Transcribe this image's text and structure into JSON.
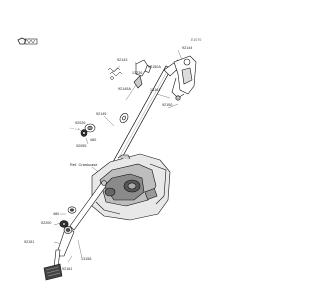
{
  "page_id": "E1070",
  "reference_label": "Ref. Crankcase",
  "part_labels": {
    "p92144": "92144",
    "p92143": "92143",
    "p13236": "13236",
    "p92145a": "92145A",
    "p92150a": "92150A",
    "p13161": "13161",
    "p92150": "92150",
    "p92145": "92145",
    "p92026": "92026",
    "p480": "480",
    "p92055": "92055",
    "p92200": "92200",
    "p92015": "92015",
    "p92151": "92151",
    "p13156": "13156",
    "p92161": "92161"
  }
}
